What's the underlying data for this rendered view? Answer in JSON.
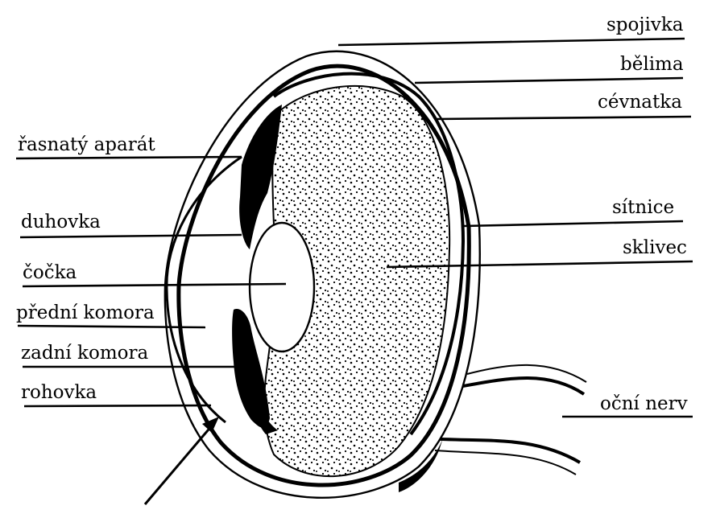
{
  "labels": {
    "spojivka": "spojivka",
    "belima": "bělima",
    "cevnatka": "cévnatka",
    "rasnaty_aparat": "řasnatý aparát",
    "duhovka": "duhovka",
    "cocka": "čočka",
    "predni_komora": "přední komora",
    "zadni_komora": "zadní komora",
    "rohovka": "rohovka",
    "sitnice": "sítnice",
    "sklivec": "sklivec",
    "ocni_nerv": "oční nerv"
  },
  "colors": {
    "ink": "#000000",
    "background": "#ffffff"
  }
}
